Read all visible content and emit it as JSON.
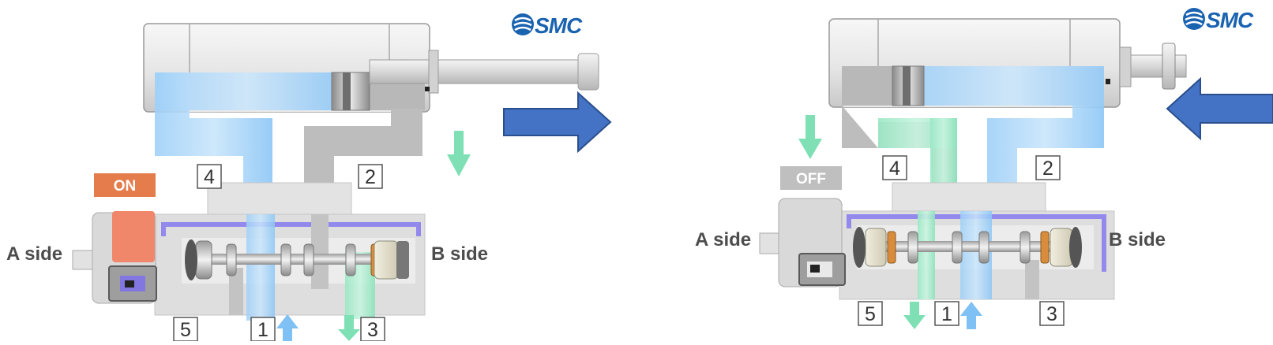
{
  "brand": {
    "logo_text": "SMC",
    "color": "#1a63b0"
  },
  "colors": {
    "air_supply": "#7fc0f5",
    "air_exhaust": "#7ee0b4",
    "pilot_air": "#7a6cf0",
    "arrow": "#4472c4",
    "coil_on": "#f0876a",
    "label_on_bg": "#e47c4c",
    "label_off_bg": "#bfbfbf",
    "body_gray": "#dedede"
  },
  "panels": [
    {
      "state": "on",
      "solenoid_label": "ON",
      "side_a": "A side",
      "side_b": "B side",
      "ports": {
        "p4": "4",
        "p2": "2",
        "p5": "5",
        "p1": "1",
        "p3": "3"
      },
      "cylinder_motion": "extend"
    },
    {
      "state": "off",
      "solenoid_label": "OFF",
      "side_a": "A side",
      "side_b": "B side",
      "ports": {
        "p4": "4",
        "p2": "2",
        "p5": "5",
        "p1": "1",
        "p3": "3"
      },
      "cylinder_motion": "retract"
    }
  ]
}
